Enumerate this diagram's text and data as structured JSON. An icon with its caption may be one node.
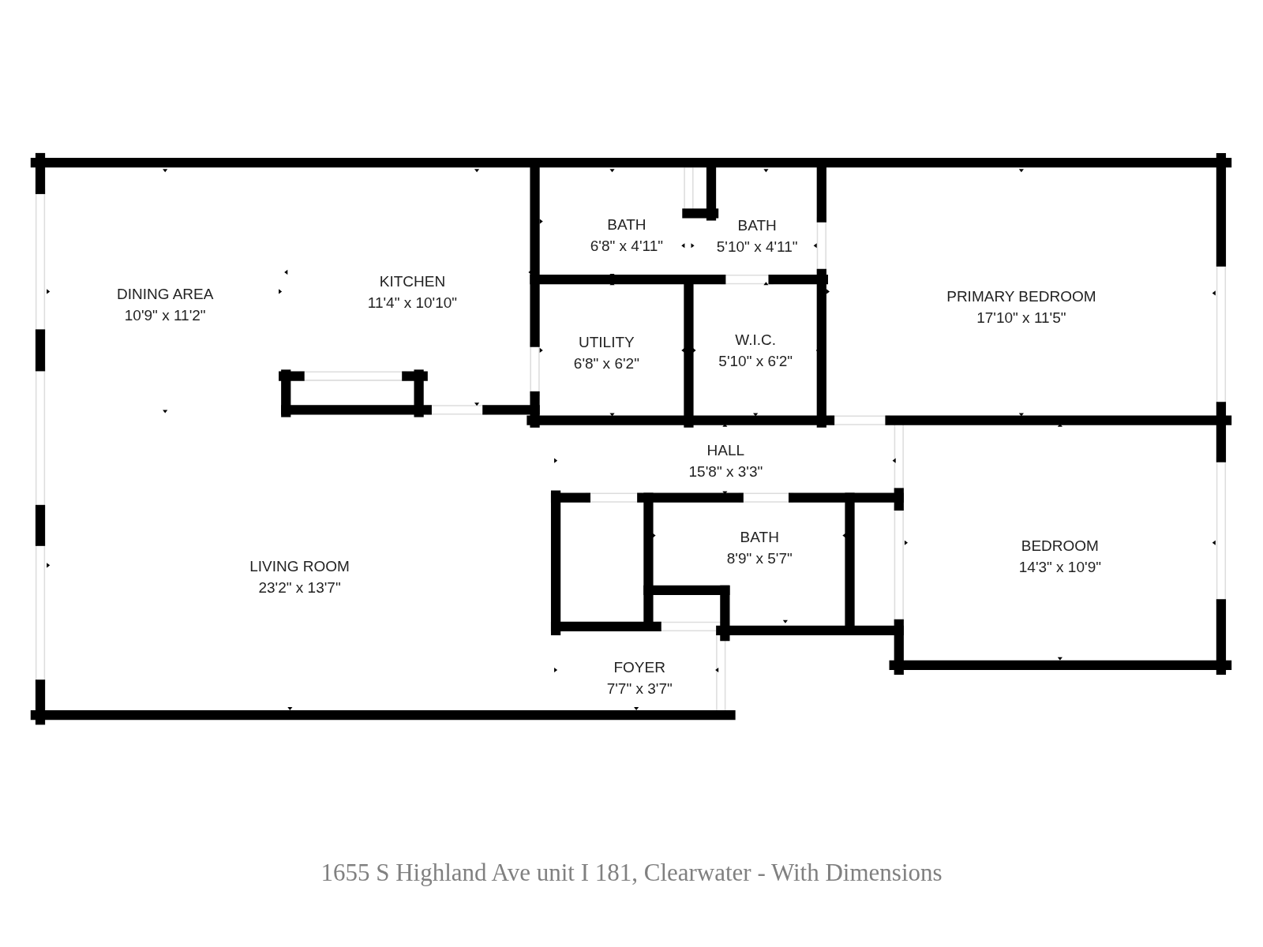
{
  "diagram": {
    "caption": "1655 S Highland Ave unit I 181, Clearwater - With Dimensions",
    "nodes": [
      {
        "text": [
          "DINING AREA",
          "10'9\" x 11'2\""
        ]
      },
      {
        "text": [
          "KITCHEN",
          "11'4\" x 10'10\""
        ]
      },
      {
        "text": [
          "BATH",
          "6'8\" x 4'11\""
        ]
      },
      {
        "text": [
          "BATH",
          "5'10\" x 4'11\""
        ]
      },
      {
        "text": [
          "PRIMARY BEDROOM",
          "17'10\" x 11'5\""
        ]
      },
      {
        "text": [
          "UTILITY",
          "6'8\" x 6'2\""
        ]
      },
      {
        "text": [
          "W.I.C.",
          "5'10\" x 6'2\""
        ]
      },
      {
        "text": [
          "HALL",
          "15'8\" x 3'3\""
        ]
      },
      {
        "text": [
          "LIVING ROOM",
          "23'2\" x 13'7\""
        ]
      },
      {
        "text": [
          "BATH",
          "8'9\" x 5'7\""
        ]
      },
      {
        "text": [
          "BEDROOM",
          "14'3\" x 10'9\""
        ]
      },
      {
        "text": [
          "FOYER",
          "7'7\" x 3'7\""
        ]
      }
    ],
    "edges": []
  }
}
